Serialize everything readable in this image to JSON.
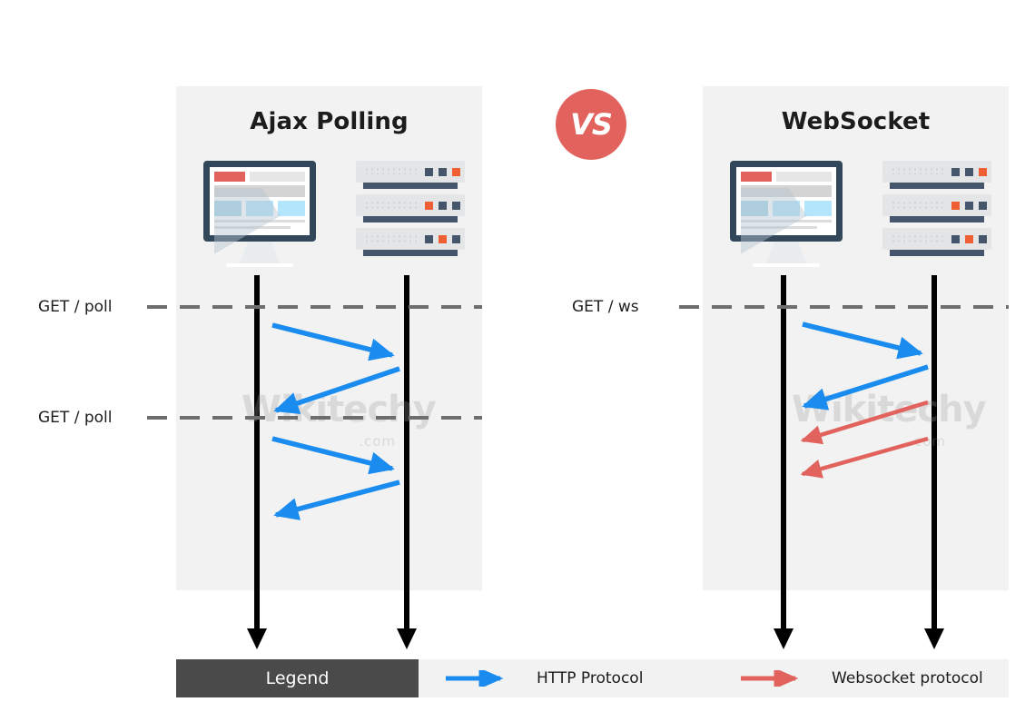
{
  "diagram": {
    "vs_badge": "VS",
    "watermark": {
      "main": "Wikitechy",
      "sub": ".com"
    }
  },
  "panels": [
    {
      "id": "ajax-polling",
      "title": "Ajax Polling",
      "client_icon": "monitor-icon",
      "server_icon": "server-rack-icon",
      "request_labels": [
        "GET / poll",
        "GET / poll"
      ],
      "messages": [
        {
          "protocol": "http",
          "direction": "client-to-server",
          "color": "#1a8cf0"
        },
        {
          "protocol": "http",
          "direction": "server-to-client",
          "color": "#1a8cf0"
        },
        {
          "protocol": "http",
          "direction": "client-to-server",
          "color": "#1a8cf0"
        },
        {
          "protocol": "http",
          "direction": "server-to-client",
          "color": "#1a8cf0"
        }
      ]
    },
    {
      "id": "websocket",
      "title": "WebSocket",
      "client_icon": "monitor-icon",
      "server_icon": "server-rack-icon",
      "request_labels": [
        "GET / ws"
      ],
      "messages": [
        {
          "protocol": "http",
          "direction": "client-to-server",
          "color": "#1a8cf0"
        },
        {
          "protocol": "http",
          "direction": "server-to-client",
          "color": "#1a8cf0"
        },
        {
          "protocol": "websocket",
          "direction": "server-to-client",
          "color": "#e2635e"
        },
        {
          "protocol": "websocket",
          "direction": "server-to-client",
          "color": "#e2635e"
        }
      ]
    }
  ],
  "legend": {
    "title": "Legend",
    "items": [
      {
        "label": "HTTP Protocol",
        "color": "#1a8cf0"
      },
      {
        "label": "Websocket protocol",
        "color": "#e2635e"
      }
    ]
  },
  "colors": {
    "panel_background": "#f2f2f2",
    "page_background": "#ffffff",
    "accent_red": "#e2635e",
    "accent_blue": "#1a8cf0",
    "navy": "#33475b",
    "legend_box": "#4a4a4a",
    "lifeline": "#000000",
    "rule_dash": "#6d6d6d"
  }
}
